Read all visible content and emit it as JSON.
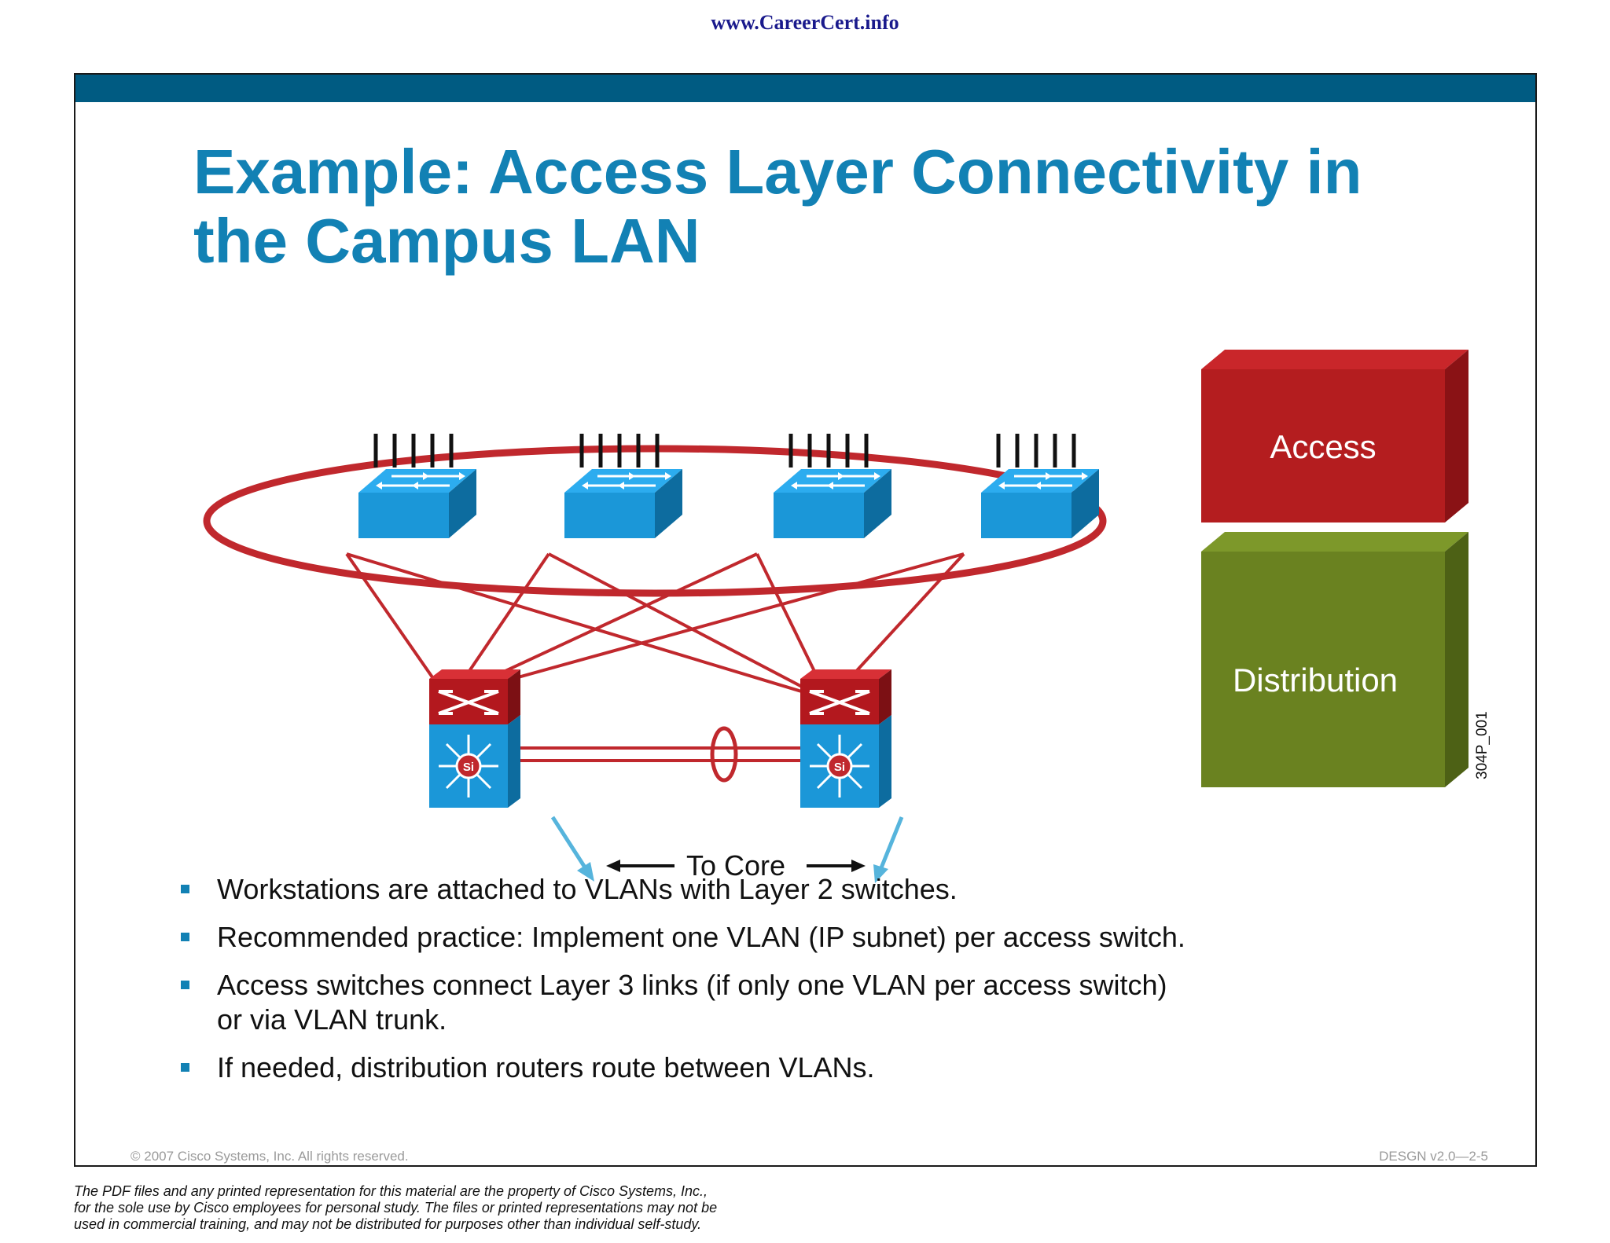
{
  "header": {
    "site_url": "www.CareerCert.info"
  },
  "slide": {
    "title_line1": "Example: Access Layer Connectivity in",
    "title_line2": "the Campus LAN",
    "diagram": {
      "to_core_label": "To Core",
      "layer_access_label": "Access",
      "layer_distribution_label": "Distribution",
      "figure_id": "304P_001",
      "multilayer_switch_badge": "Si",
      "colors": {
        "link_red": "#c0282d",
        "access_block": "#b41d1f",
        "distribution_block": "#6a8220",
        "switch_blue": "#1a9ad6",
        "uplink_blue": "#56b4dc"
      }
    },
    "bullets": [
      {
        "line1": "Workstations are attached to VLANs with Layer 2 switches.",
        "line2": ""
      },
      {
        "line1": "Recommended practice: Implement one VLAN (IP subnet) per access switch.",
        "line2": ""
      },
      {
        "line1": "Access switches connect Layer 3 links (if only one VLAN per access switch)",
        "line2": "or via VLAN trunk."
      },
      {
        "line1": "If needed, distribution routers route between VLANs.",
        "line2": ""
      }
    ],
    "footer": {
      "copyright": "© 2007 Cisco Systems, Inc. All rights reserved.",
      "course_id": "DESGN v2.0—2-5"
    }
  },
  "disclaimer": {
    "line1": "The PDF files and any printed representation for this material are the property of Cisco Systems, Inc.,",
    "line2": "for the sole use by Cisco employees for personal study. The files or printed representations may not be",
    "line3": "used in commercial training, and may not be distributed for purposes other than individual self-study."
  }
}
